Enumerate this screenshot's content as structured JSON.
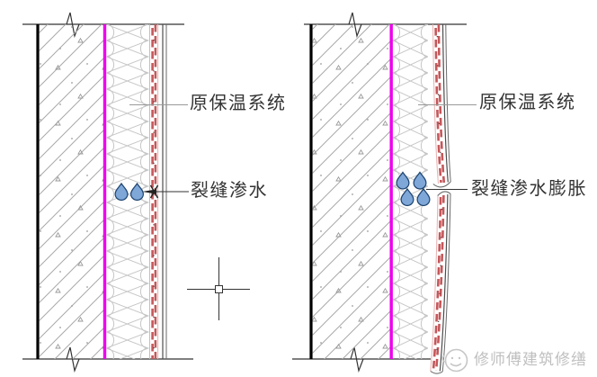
{
  "panels": [
    {
      "id": "left",
      "labels": {
        "insulation_system": "原保温系统",
        "crack": "裂缝渗水"
      },
      "water_drop_count": 2
    },
    {
      "id": "right",
      "labels": {
        "insulation_system": "原保温系统",
        "crack": "裂缝渗水膨胀"
      },
      "water_drop_count": 4
    }
  ],
  "watermark": {
    "text": "修师傅建筑修缮"
  },
  "icons": {
    "water_drop": "water-drop-icon",
    "crosshair": "crosshair-cursor",
    "break_mark": "break-line-mark",
    "logo": "watermark-logo"
  },
  "colors": {
    "accent_magenta": "#ee00ee",
    "mortar_red": "#c4575a",
    "mortar_edge_pink": "#e7afaf",
    "water_drop_fill": "#7fa8d9",
    "water_drop_stroke": "#1d4470",
    "hatch_gray": "#a9a9a9",
    "insulation_gray": "#c6c6c6",
    "finish_line_gray": "#4d4d4d",
    "leader_gray": "#999999",
    "line_dark": "#333333",
    "watermark_gray": "#c0c0c0"
  }
}
